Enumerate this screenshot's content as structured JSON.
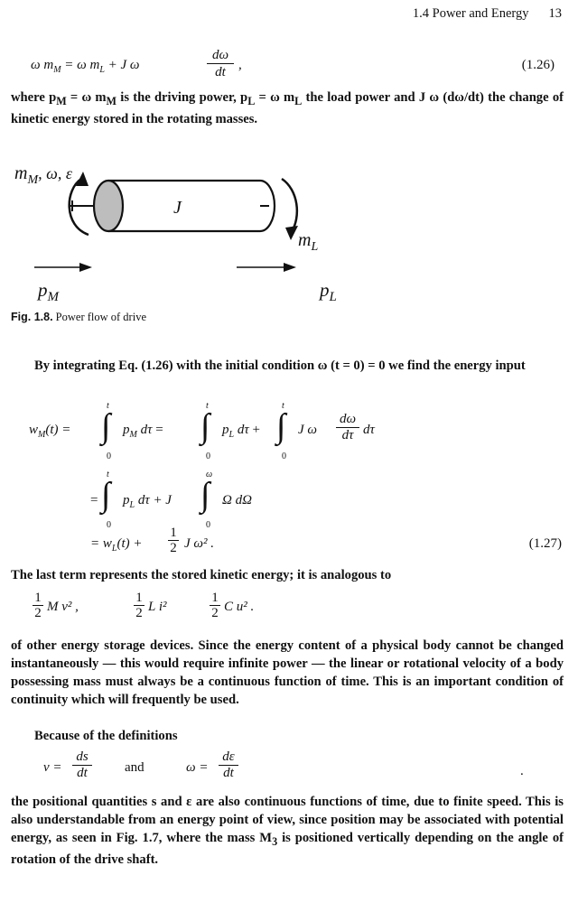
{
  "header": {
    "section": "1.4 Power and Energy",
    "page": "13"
  },
  "equations": {
    "eq126": {
      "lhs": "ω m",
      "lhs_sub": "M",
      "eq": "= ω m",
      "rhs_sub": "L",
      "plus": "+ J ω",
      "frac_num": "dω",
      "frac_den": "dt",
      "tail": ",",
      "number": "(1.26)"
    },
    "eq127": {
      "line1_lhs": "w",
      "line1_lhs_sub": "M",
      "line1_lhs_arg": "(t) =",
      "int_upper_t": "t",
      "int_lower_0": "0",
      "int_upper_w": "ω",
      "p_M": "p",
      "p_M_sub": "M",
      "dtau": "dτ",
      "eq": "=",
      "plus": "+",
      "p_L": "p",
      "p_L_sub": "L",
      "J_omega": "J ω",
      "frac_num": "dω",
      "frac_den": "dτ",
      "line2_J": "+ J",
      "Omega": "Ω dΩ",
      "line3": "= w",
      "line3_sub": "L",
      "line3_arg": "(t) +",
      "half_num": "1",
      "half_den": "2",
      "line3_tail": "J ω² .",
      "number": "(1.27)"
    },
    "energy_terms": [
      {
        "num": "1",
        "den": "2",
        "expr": "M v² ,"
      },
      {
        "num": "1",
        "den": "2",
        "expr": "L i²"
      },
      {
        "num": "1",
        "den": "2",
        "expr": "C u² ."
      }
    ],
    "defs": {
      "v": "v =",
      "ds": "ds",
      "dt1": "dt",
      "and": "and",
      "w": "ω =",
      "de": "dε",
      "dt2": "dt",
      "dot": "."
    }
  },
  "text": {
    "p1": "where p<sub>M</sub> = ω m<sub>M</sub> is the driving power, p<sub>L</sub> = ω m<sub>L</sub> the load power and J ω (dω/dt) the change of kinetic energy stored in the rotating masses.",
    "p2": "By integrating Eq. (1.26) with the initial condition ω (t = 0) = 0 we find the energy input",
    "p3": "The last term represents the stored kinetic energy; it is analogous to",
    "p4": "of other energy storage devices. Since the energy content of a physical body cannot be changed instantaneously — this would require infinite power — the linear or rotational velocity of a body possessing mass must always be a continuous function of time. This is an important condition of continuity which will frequently be used.",
    "p5": "Because of the definitions",
    "p6": "the positional quantities s and ε are also continuous functions of time, due to finite speed. This is also understandable from an energy point of view, since position may be associated with potential energy, as seen in Fig. 1.7, where the mass M<sub>3</sub> is positioned vertically depending on the angle of rotation of the drive shaft."
  },
  "figure": {
    "label_top": "m",
    "label_top_sub": "M",
    "label_top_rest": ", ω, ε",
    "label_J": "J",
    "label_mL": "m",
    "label_mL_sub": "L",
    "label_pM": "p",
    "label_pM_sub": "M",
    "label_pL": "p",
    "label_pL_sub": "L",
    "caption_label": "Fig. 1.8.",
    "caption_text": "Power flow of drive"
  }
}
